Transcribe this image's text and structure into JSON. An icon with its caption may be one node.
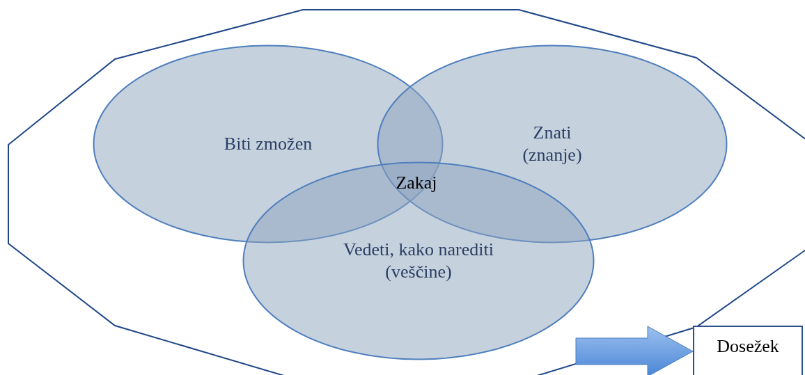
{
  "diagram": {
    "nodes": [
      {
        "text": [],
        "shape": "polygon"
      },
      {
        "text": [
          "Biti zmožen"
        ],
        "in": 0
      },
      {
        "text": [
          "Znati (znanje)"
        ],
        "in": 0
      },
      {
        "text": [
          "Vedeti, kako narediti (veščine)"
        ],
        "in": 0
      },
      {
        "text": [
          "Zakaj"
        ]
      },
      {
        "text": [
          "Dosežek"
        ]
      }
    ],
    "edges": [
      {
        "from": null,
        "to": 5,
        "arrow": "to",
        "style": "thick"
      }
    ]
  }
}
